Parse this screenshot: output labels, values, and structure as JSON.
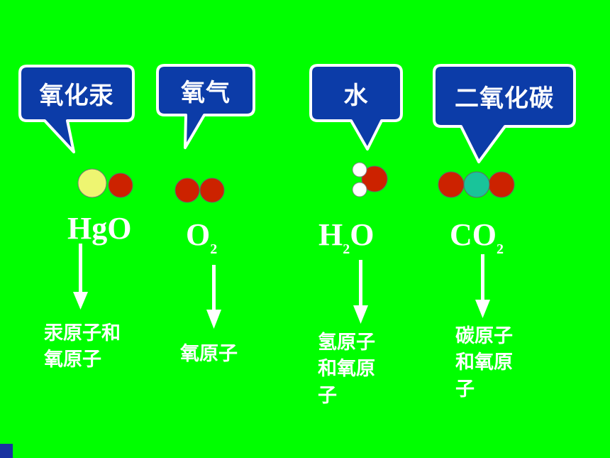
{
  "colors": {
    "background": "#00ff00",
    "bubble_fill": "#0c3ca8",
    "bubble_border": "#ffffff",
    "mercury_atom": "#eef571",
    "oxygen_atom": "#cc2200",
    "hydrogen_atom": "#ffffff",
    "carbon_atom": "#19c49a",
    "text": "#ffffff"
  },
  "substances": [
    {
      "name": "氧化汞",
      "formula": {
        "main": "HgO",
        "parts": [
          {
            "text": "HgO",
            "sub": false
          }
        ]
      },
      "description": {
        "lines": [
          "汞原子和",
          "氧原子"
        ]
      }
    },
    {
      "name": "氧气",
      "formula": {
        "main": "O2",
        "parts": [
          {
            "text": "O",
            "sub": false
          },
          {
            "text": "2",
            "sub": true
          }
        ]
      },
      "description": {
        "lines": [
          "氧原子"
        ]
      }
    },
    {
      "name": "水",
      "formula": {
        "main": "H2O",
        "parts": [
          {
            "text": "H",
            "sub": false
          },
          {
            "text": "2",
            "sub": true
          },
          {
            "text": "O",
            "sub": false
          }
        ]
      },
      "description": {
        "lines": [
          "氢原子",
          "和氧原",
          "子"
        ]
      }
    },
    {
      "name": "二氧化碳",
      "formula": {
        "main": "CO2",
        "parts": [
          {
            "text": "CO",
            "sub": false
          },
          {
            "text": "2",
            "sub": true
          }
        ]
      },
      "description": {
        "lines": [
          "碳原子",
          "和氧原",
          "子"
        ]
      }
    }
  ]
}
